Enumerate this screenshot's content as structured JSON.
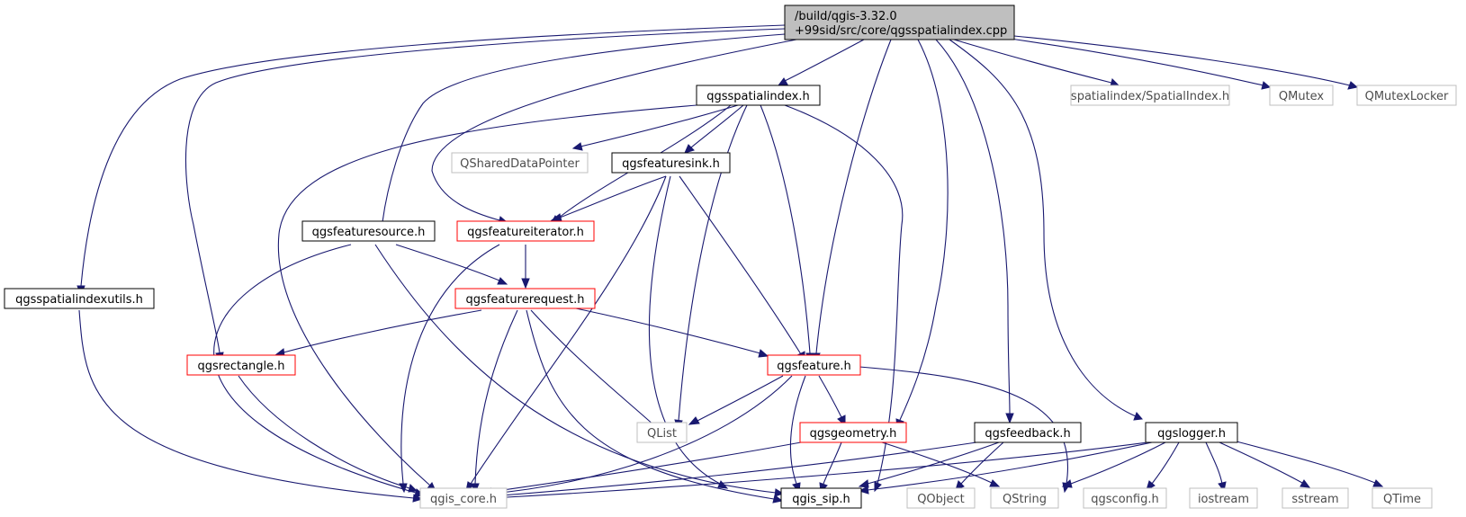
{
  "colors": {
    "edge": "#191970",
    "root_fill": "#bfbfbf",
    "border_black": "#000000",
    "border_red": "#ff0000",
    "border_gray": "#bfbfbf",
    "text": "#000000",
    "text_gray": "#4d4d4d"
  },
  "root": {
    "line1": "/build/qgis-3.32.0",
    "line2": "+99sid/src/core/qgsspatialindex.cpp"
  },
  "nodes": {
    "qgsspatialindex_h": "qgsspatialindex.h",
    "spatialindex_h": "spatialindex/SpatialIndex.h",
    "qmutex": "QMutex",
    "qmutexlocker": "QMutexLocker",
    "qshareddatapointer": "QSharedDataPointer",
    "qgsfeaturesink_h": "qgsfeaturesink.h",
    "qgsfeaturesource_h": "qgsfeaturesource.h",
    "qgsfeatureiterator_h": "qgsfeatureiterator.h",
    "qgsspatialindexutils_h": "qgsspatialindexutils.h",
    "qgsfeaturerequest_h": "qgsfeaturerequest.h",
    "qgsrectangle_h": "qgsrectangle.h",
    "qgsfeature_h": "qgsfeature.h",
    "qlist": "QList",
    "qgsgeometry_h": "qgsgeometry.h",
    "qgsfeedback_h": "qgsfeedback.h",
    "qgslogger_h": "qgslogger.h",
    "qgis_core_h": "qgis_core.h",
    "qgis_sip_h": "qgis_sip.h",
    "qobject": "QObject",
    "qstring": "QString",
    "qgsconfig_h": "qgsconfig.h",
    "iostream": "iostream",
    "sstream": "sstream",
    "qtime": "QTime"
  }
}
